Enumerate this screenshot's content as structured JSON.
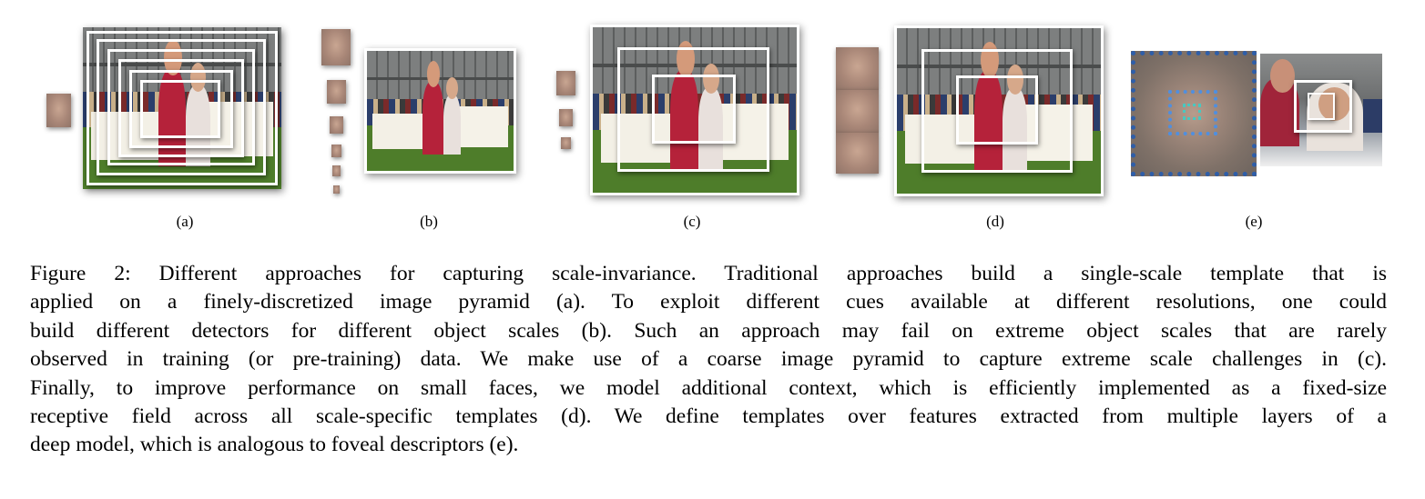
{
  "panels": [
    {
      "id": "a",
      "label": "(a)"
    },
    {
      "id": "b",
      "label": "(b)"
    },
    {
      "id": "c",
      "label": "(c)"
    },
    {
      "id": "d",
      "label": "(d)"
    },
    {
      "id": "e",
      "label": "(e)"
    }
  ],
  "caption": {
    "lines": [
      "Figure 2: Different approaches for capturing scale-invariance. Traditional approaches build a single-scale template that is",
      "applied on a finely-discretized image pyramid (a). To exploit different cues available at different resolutions, one could",
      "build different detectors for different object scales (b). Such an approach may fail on extreme object scales that are rarely",
      "observed in training (or pre-training) data. We make use of a coarse image pyramid to capture extreme scale challenges in (c).",
      "Finally, to improve performance on small faces, we model additional context, which is efficiently implemented as a fixed-size",
      "receptive field across all scale-specific templates (d). We define templates over features extracted from multiple layers of a",
      "deep model, which is analogous to foveal descriptors (e)."
    ]
  },
  "colors": {
    "dashed_border": "#2f5ea8",
    "dashed_inner": "#4f8fe0",
    "dashed_core": "#48c8c0"
  }
}
